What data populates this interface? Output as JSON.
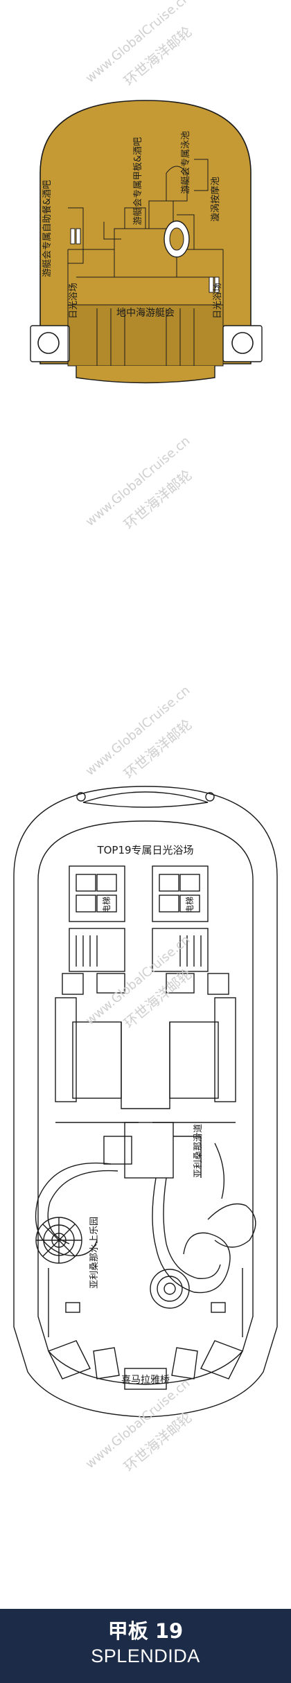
{
  "upper_deck": {
    "labels": {
      "buffet": "游艇会专属自助餐&酒吧",
      "deck_bar": "游艇会专属甲板&酒吧",
      "pool": "游艇会专属泳池",
      "whirlpool": "漩涡按摩池",
      "sun_left": "日光浴场",
      "sun_right": "日光浴场",
      "yacht_club": "地中海游艇会"
    },
    "fill_color": "#c59a34"
  },
  "lower_deck": {
    "labels": {
      "top19": "TOP19专属日光浴场",
      "elevator_left": "电梯",
      "elevator_right": "电梯",
      "aquapark_left": "亚利桑那水上乐园",
      "aquapark_right": "亚利桑那滑道",
      "bridge": "喜马拉雅桥"
    }
  },
  "watermark": {
    "url": "www.GlobalCruise.cn",
    "name": "环世海洋邮轮"
  },
  "footer": {
    "deck": "甲板 19",
    "ship": "SPLENDIDA"
  }
}
